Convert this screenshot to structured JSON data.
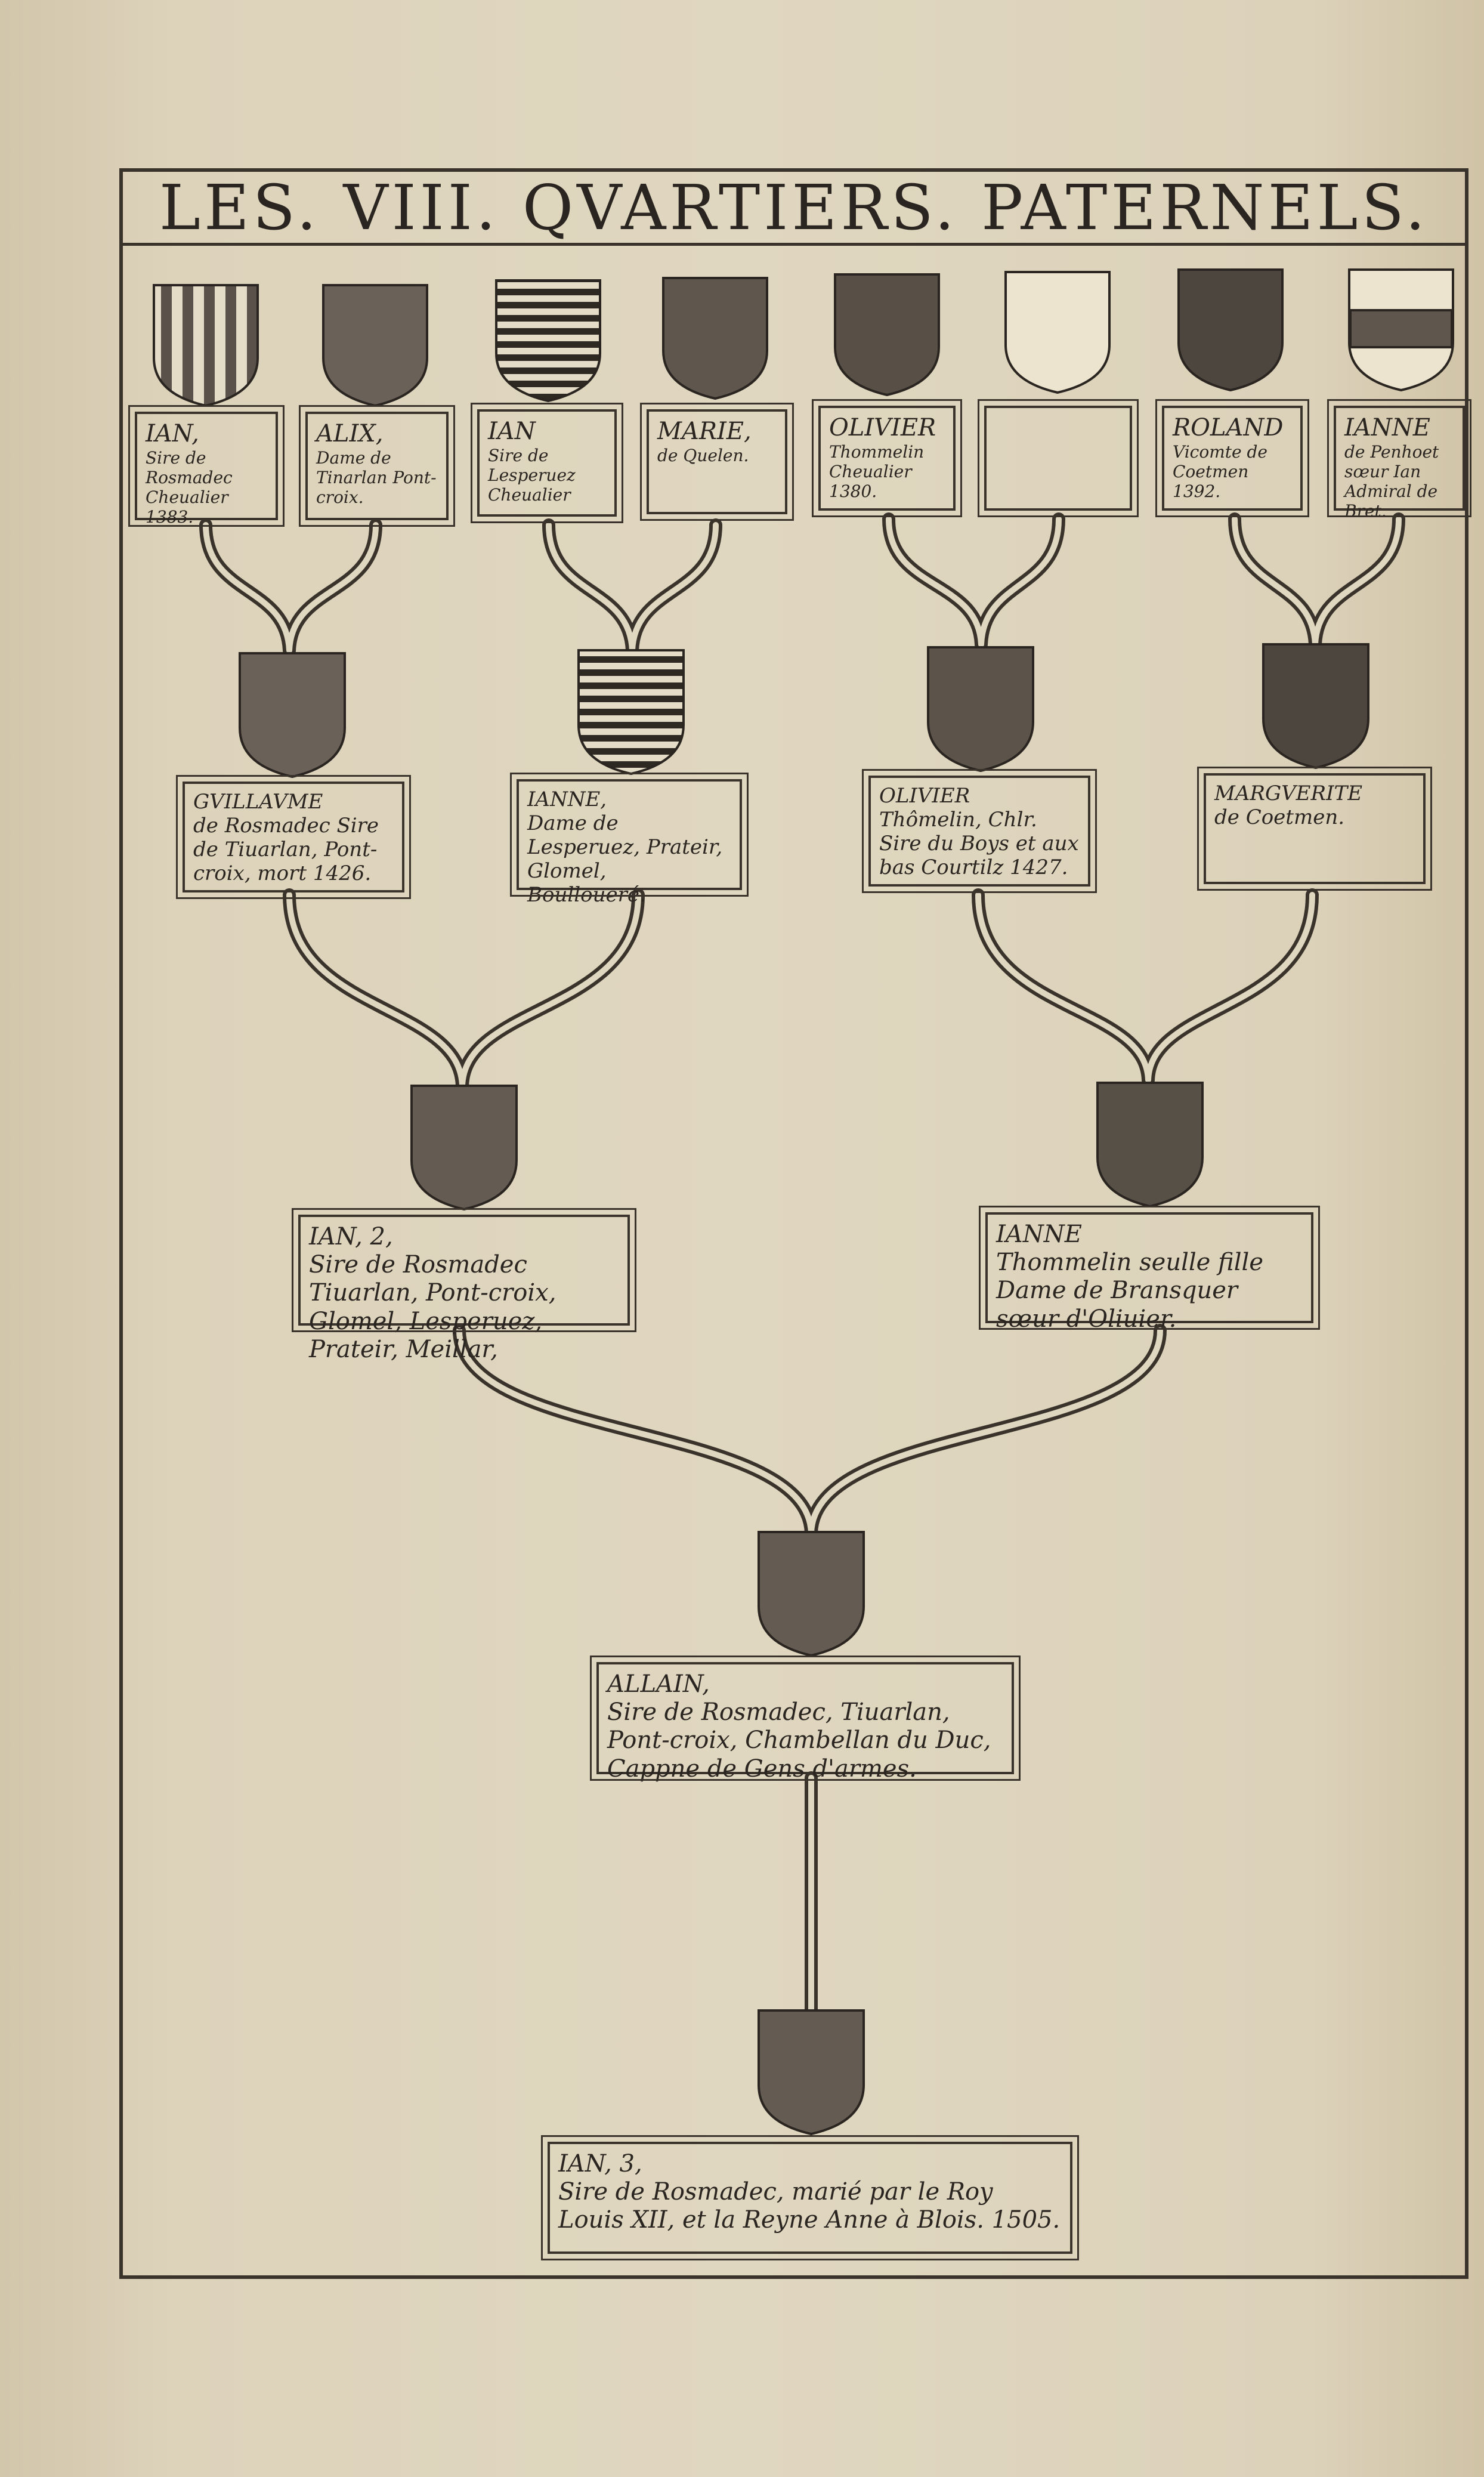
{
  "title": "LES. VIII. QVARTIERS. PATERNELS.",
  "row1": [
    {
      "id": "ian",
      "name": "IAN,",
      "text": "Sire de Rosmadec Cheualier 1383."
    },
    {
      "id": "alix",
      "name": "ALIX,",
      "text": "Dame de Tinarlan Pont-croix."
    },
    {
      "id": "ian-lesperuez",
      "name": "IAN",
      "text": "Sire de Lesperuez Cheualier"
    },
    {
      "id": "marie",
      "name": "MARIE,",
      "text": "de Quelen."
    },
    {
      "id": "olivier",
      "name": "OLIVIER",
      "text": "Thommelin Cheualier 1380."
    },
    {
      "id": "empty",
      "name": "",
      "text": ""
    },
    {
      "id": "roland",
      "name": "ROLAND",
      "text": "Vicomte de Coetmen 1392."
    },
    {
      "id": "ianne-penhoet",
      "name": "IANNE",
      "text": "de Penhoet sœur Ian Admiral de Bret."
    }
  ],
  "row2": [
    {
      "id": "guillaume",
      "name": "GVILLAVME",
      "text": "de Rosmadec Sire de Tiuarlan, Pont-croix, mort 1426."
    },
    {
      "id": "ianne-lesperuez",
      "name": "IANNE,",
      "text": "Dame de Lesperuez, Prateir, Glomel, Boulloueré."
    },
    {
      "id": "olivier-thomelin",
      "name": "OLIVIER",
      "text": "Thômelin, Chlr. Sire du Boys et aux bas Courtilz 1427."
    },
    {
      "id": "marguerite",
      "name": "MARGVERITE",
      "text": "de Coetmen."
    }
  ],
  "row3": [
    {
      "id": "ian-2",
      "name": "IAN, 2,",
      "text": "Sire de Rosmadec Tiuarlan, Pont-croix, Glomel, Lesperuez, Prateir, Meillar,"
    },
    {
      "id": "ianne-thommelin",
      "name": "IANNE",
      "text": "Thommelin seulle fille Dame de Bransquer sœur d'Oliuier."
    }
  ],
  "row4": {
    "name": "ALLAIN,",
    "text": "Sire de Rosmadec, Tiuarlan, Pont-croix, Chambellan du Duc, Cappne de Gens d'armes."
  },
  "row5": {
    "name": "IAN, 3,",
    "text": "Sire de Rosmadec, marié par le Roy Louis XII, et la Reyne Anne à Blois. 1505."
  },
  "colors": {
    "ink": "#2a2520",
    "paper": "#e0d7c0",
    "shield_red": "#6a5f55"
  },
  "icons": [
    "pale-shield-icon",
    "quartered-shield-icon",
    "barry-shield-icon",
    "checky-shield-icon",
    "blank-shield-icon",
    "bezants-shield-icon",
    "chief-shield-icon"
  ]
}
